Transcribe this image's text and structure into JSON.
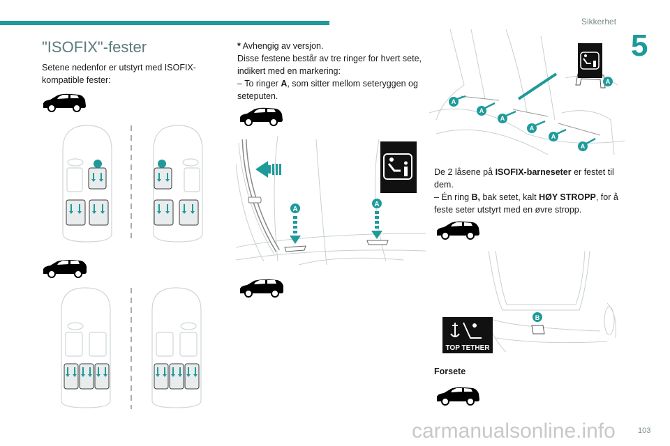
{
  "header": {
    "section": "Sikkerhet",
    "chapter_number": "5",
    "accent_color": "#1f9a9a"
  },
  "left_column": {
    "title": "\"ISOFIX\"-fester",
    "intro": "Setene nedenfor er utstyrt med ISOFIX-kompatible fester:",
    "car_icons": [
      "suv-car-icon",
      "estate-car-icon"
    ]
  },
  "middle_column": {
    "footnote_star": "*",
    "footnote_text": " Avhengig av versjon.",
    "para1": "Disse festene består av tre ringer for hvert sete, indikert med en markering:",
    "bullet_prefix": "–  To ringer ",
    "bullet_bold": "A",
    "bullet_rest": ", som sitter mellom seteryggen og seteputen.",
    "label_a": "A"
  },
  "right_column": {
    "label_a": "A",
    "para_prefix": "De 2 låsene på ",
    "para_bold": "ISOFIX-barneseter",
    "para_rest": " er festet til dem.",
    "bullet_prefix": "–  Én ring ",
    "bullet_bold1": "B,",
    "bullet_mid": " bak setet, kalt ",
    "bullet_bold2": "HØY STROPP",
    "bullet_rest": ", for å feste seter utstyrt med en øvre stropp.",
    "label_b": "B",
    "top_tether_label": "TOP TETHER",
    "subheading": "Forsete"
  },
  "footer": {
    "page_number": "103",
    "watermark": "carmanualsonline.info"
  }
}
